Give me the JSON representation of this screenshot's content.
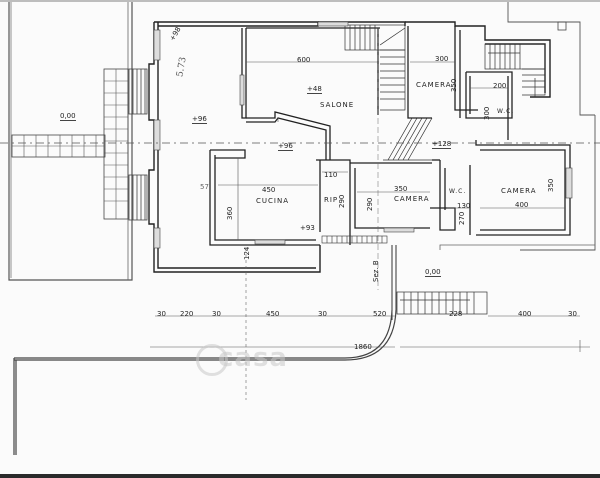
{
  "plan": {
    "rooms": [
      {
        "id": "salone",
        "label": "SALONE"
      },
      {
        "id": "camera-top",
        "label": "CAMERA"
      },
      {
        "id": "wc-top",
        "label": "W.C."
      },
      {
        "id": "cucina",
        "label": "CUCINA"
      },
      {
        "id": "rip",
        "label": "RIP"
      },
      {
        "id": "camera-mid",
        "label": "CAMERA"
      },
      {
        "id": "wc-mid",
        "label": "W.C."
      },
      {
        "id": "camera-right",
        "label": "CAMERA"
      }
    ],
    "levels": {
      "garden": "0,00",
      "entrance_left": "+96",
      "salone": "+48",
      "hall": "+96",
      "corridor": "+128",
      "yard": "0,00",
      "corner": "+98",
      "cucina_side": "+93"
    },
    "room_dimensions": {
      "salone_width": "600",
      "camera_top_width": "300",
      "camera_top_height": "350",
      "wc_top_width": "200",
      "wc_top_height": "300",
      "cucina_width": "450",
      "cucina_height": "360",
      "rip_width": "110",
      "rip_height": "290",
      "camera_mid_width": "350",
      "camera_mid_height": "290",
      "wc_mid_width": "130",
      "wc_mid_height": "270",
      "camera_right_width": "400",
      "camera_right_height": "350",
      "balcony_depth": "124",
      "section_mark": "Sez. B"
    },
    "bottom_dimensions": [
      "30",
      "220",
      "30",
      "450",
      "30",
      "520",
      "228",
      "400",
      "30"
    ],
    "total_length": "1860",
    "annotations": {
      "handwritten_left": "5.73",
      "handwritten_mid": "57"
    },
    "watermark": "casa"
  }
}
